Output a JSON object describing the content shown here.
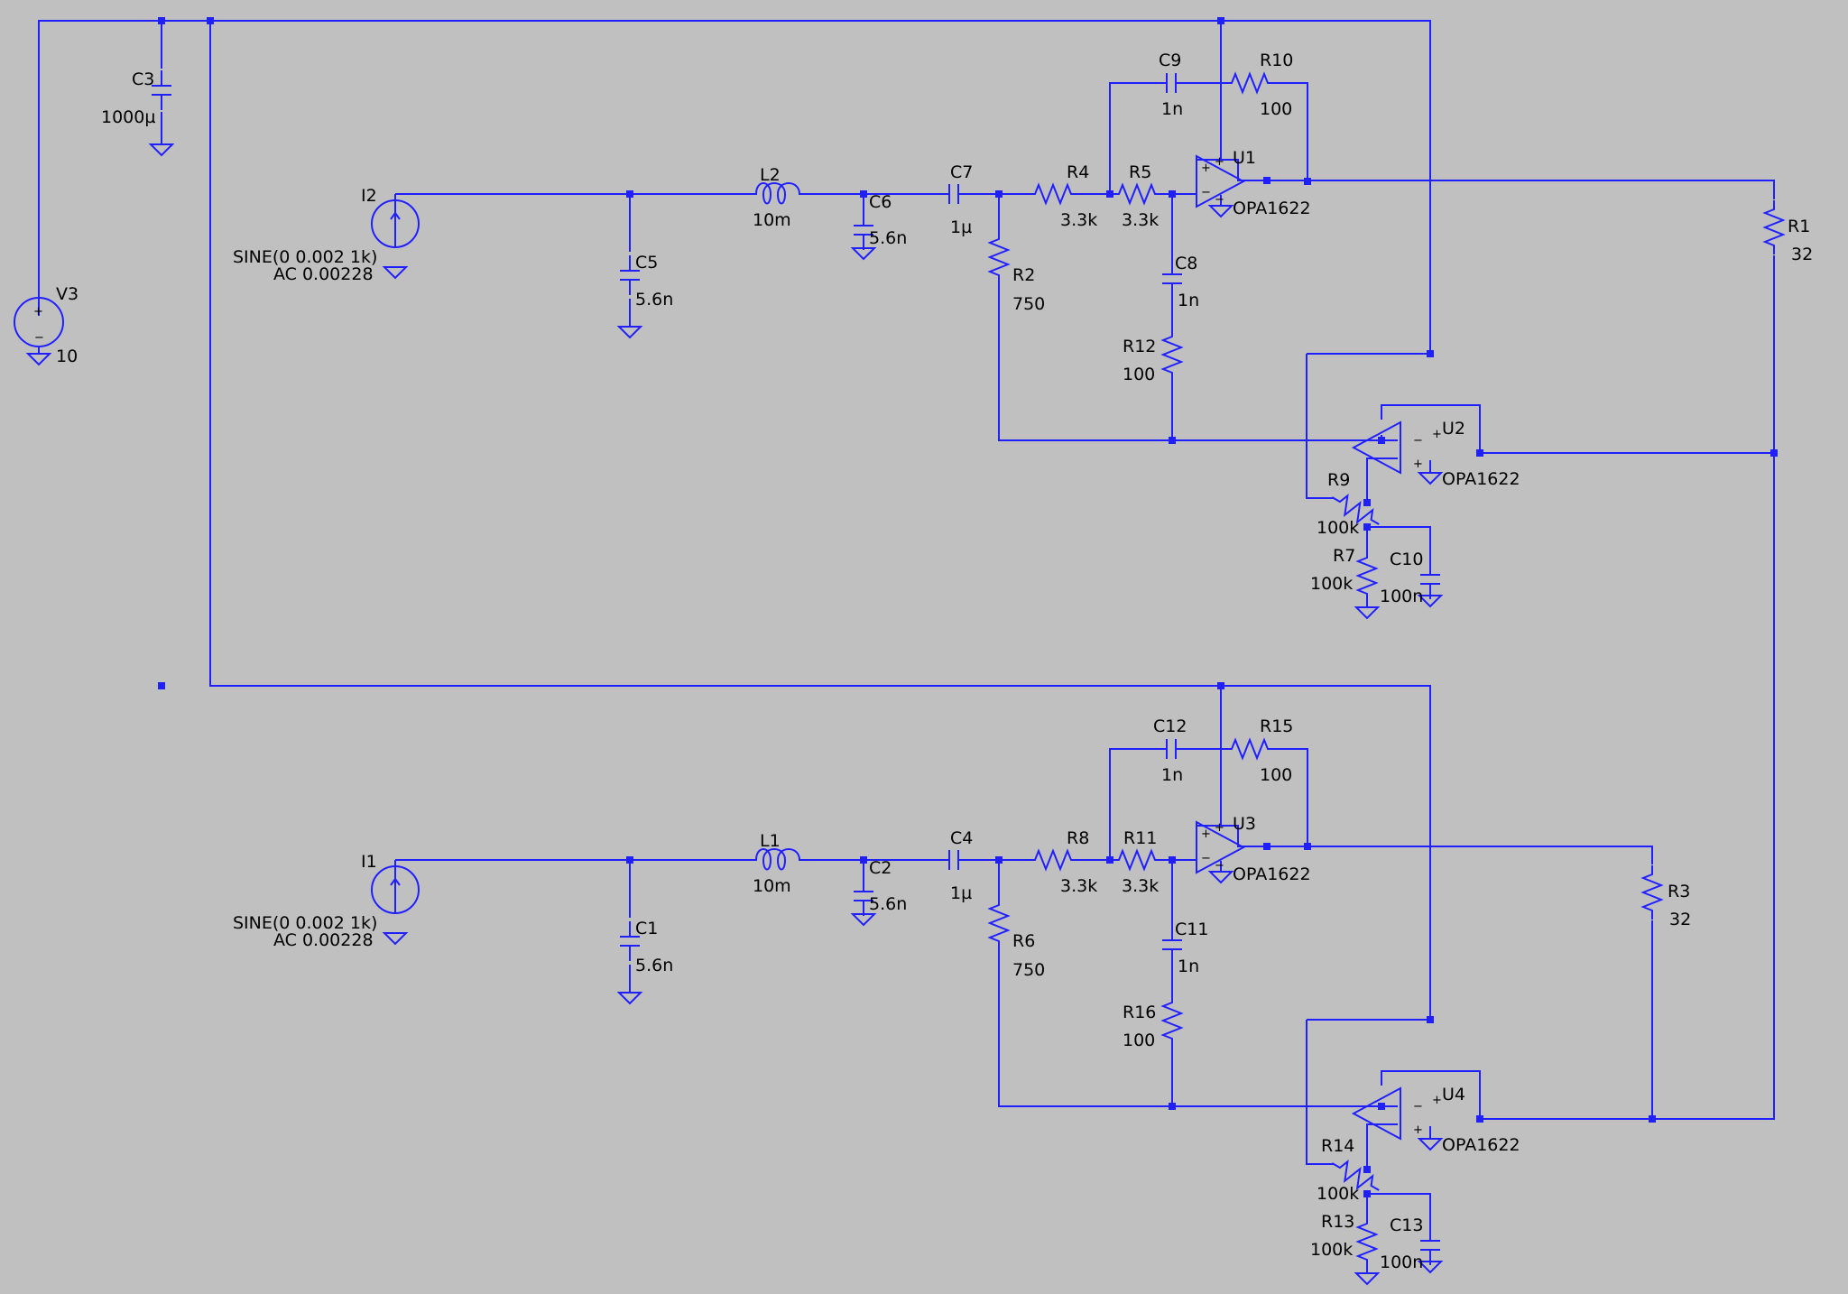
{
  "schematic": {
    "colors": {
      "background": "#c0c0c0",
      "wire": "#2020ff",
      "text": "#000000"
    },
    "sources": {
      "V3": {
        "name": "V3",
        "value": "10"
      },
      "I1": {
        "name": "I1",
        "value1": "SINE(0 0.002 1k)",
        "value2": "AC 0.00228"
      },
      "I2": {
        "name": "I2",
        "value1": "SINE(0 0.002 1k)",
        "value2": "AC 0.00228"
      }
    },
    "components": {
      "C1": {
        "name": "C1",
        "value": "5.6n"
      },
      "C2": {
        "name": "C2",
        "value": "5.6n"
      },
      "C3": {
        "name": "C3",
        "value": "1000µ"
      },
      "C4": {
        "name": "C4",
        "value": "1µ"
      },
      "C5": {
        "name": "C5",
        "value": "5.6n"
      },
      "C6": {
        "name": "C6",
        "value": "5.6n"
      },
      "C7": {
        "name": "C7",
        "value": "1µ"
      },
      "C8": {
        "name": "C8",
        "value": "1n"
      },
      "C9": {
        "name": "C9",
        "value": "1n"
      },
      "C10": {
        "name": "C10",
        "value": "100n"
      },
      "C11": {
        "name": "C11",
        "value": "1n"
      },
      "C12": {
        "name": "C12",
        "value": "1n"
      },
      "C13": {
        "name": "C13",
        "value": "100n"
      },
      "L1": {
        "name": "L1",
        "value": "10m"
      },
      "L2": {
        "name": "L2",
        "value": "10m"
      },
      "R1": {
        "name": "R1",
        "value": "32"
      },
      "R2": {
        "name": "R2",
        "value": "750"
      },
      "R3": {
        "name": "R3",
        "value": "32"
      },
      "R4": {
        "name": "R4",
        "value": "3.3k"
      },
      "R5": {
        "name": "R5",
        "value": "3.3k"
      },
      "R6": {
        "name": "R6",
        "value": "750"
      },
      "R7": {
        "name": "R7",
        "value": "100k"
      },
      "R8": {
        "name": "R8",
        "value": "3.3k"
      },
      "R9": {
        "name": "R9",
        "value": "100k"
      },
      "R10": {
        "name": "R10",
        "value": "100"
      },
      "R11": {
        "name": "R11",
        "value": "3.3k"
      },
      "R12": {
        "name": "R12",
        "value": "100"
      },
      "R13": {
        "name": "R13",
        "value": "100k"
      },
      "R14": {
        "name": "R14",
        "value": "100k"
      },
      "R15": {
        "name": "R15",
        "value": "100"
      },
      "R16": {
        "name": "R16",
        "value": "100"
      }
    },
    "opamps": {
      "U1": {
        "name": "U1",
        "model": "OPA1622"
      },
      "U2": {
        "name": "U2",
        "model": "OPA1622"
      },
      "U3": {
        "name": "U3",
        "model": "OPA1622"
      },
      "U4": {
        "name": "U4",
        "model": "OPA1622"
      }
    },
    "pin_marks": {
      "plus": "+",
      "minus": "−"
    }
  }
}
